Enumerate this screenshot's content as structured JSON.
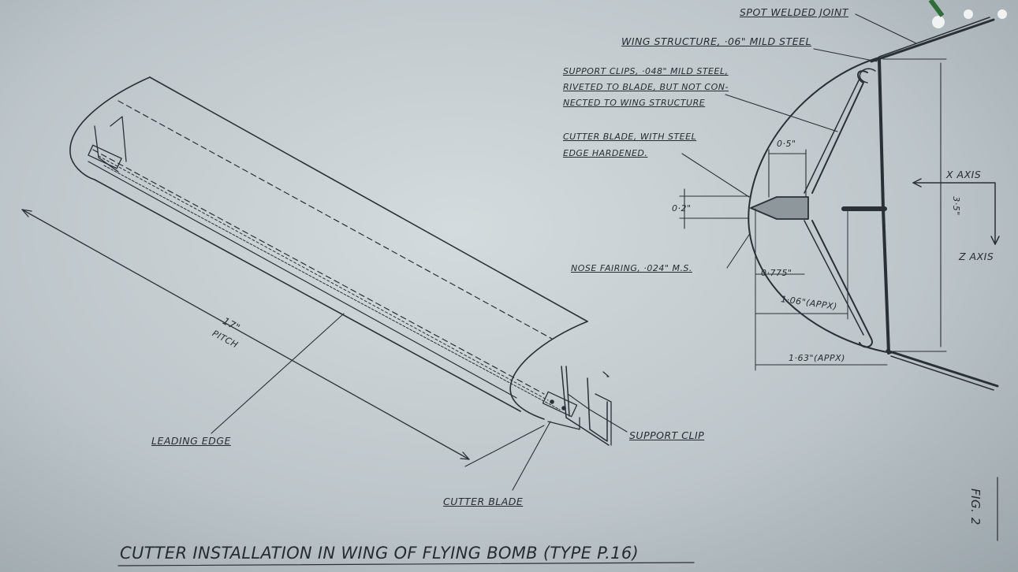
{
  "title": "CUTTER INSTALLATION IN WING OF FLYING BOMB (TYPE P.16)",
  "figure": "FIG. 2",
  "labels": {
    "spot_welded_joint": "SPOT WELDED JOINT",
    "wing_structure": "WING STRUCTURE, ·06\" MILD STEEL",
    "support_clips_1": "SUPPORT CLIPS, ·048\" MILD STEEL,",
    "support_clips_2": "RIVETED TO BLADE, BUT NOT CON-",
    "support_clips_3": "NECTED TO WING STRUCTURE",
    "cutter_blade_steel_1": "CUTTER BLADE, WITH STEEL",
    "cutter_blade_steel_2": "EDGE HARDENED.",
    "nose_fairing": "NOSE FAIRING, ·024\" M.S.",
    "leading_edge": "LEADING EDGE",
    "support_clip": "SUPPORT CLIP",
    "cutter_blade": "CUTTER BLADE",
    "x_axis": "X AXIS",
    "z_axis": "Z AXIS"
  },
  "dimensions": {
    "pitch_value": "17\"",
    "pitch_label": "PITCH",
    "blade_width": "0·5\"",
    "blade_thickness": "0·2\"",
    "d_0775": "0·775\"",
    "d_106": "1·06\"(APPX)",
    "d_163": "1·63\"(APPX)",
    "d_35": "3·5\""
  }
}
